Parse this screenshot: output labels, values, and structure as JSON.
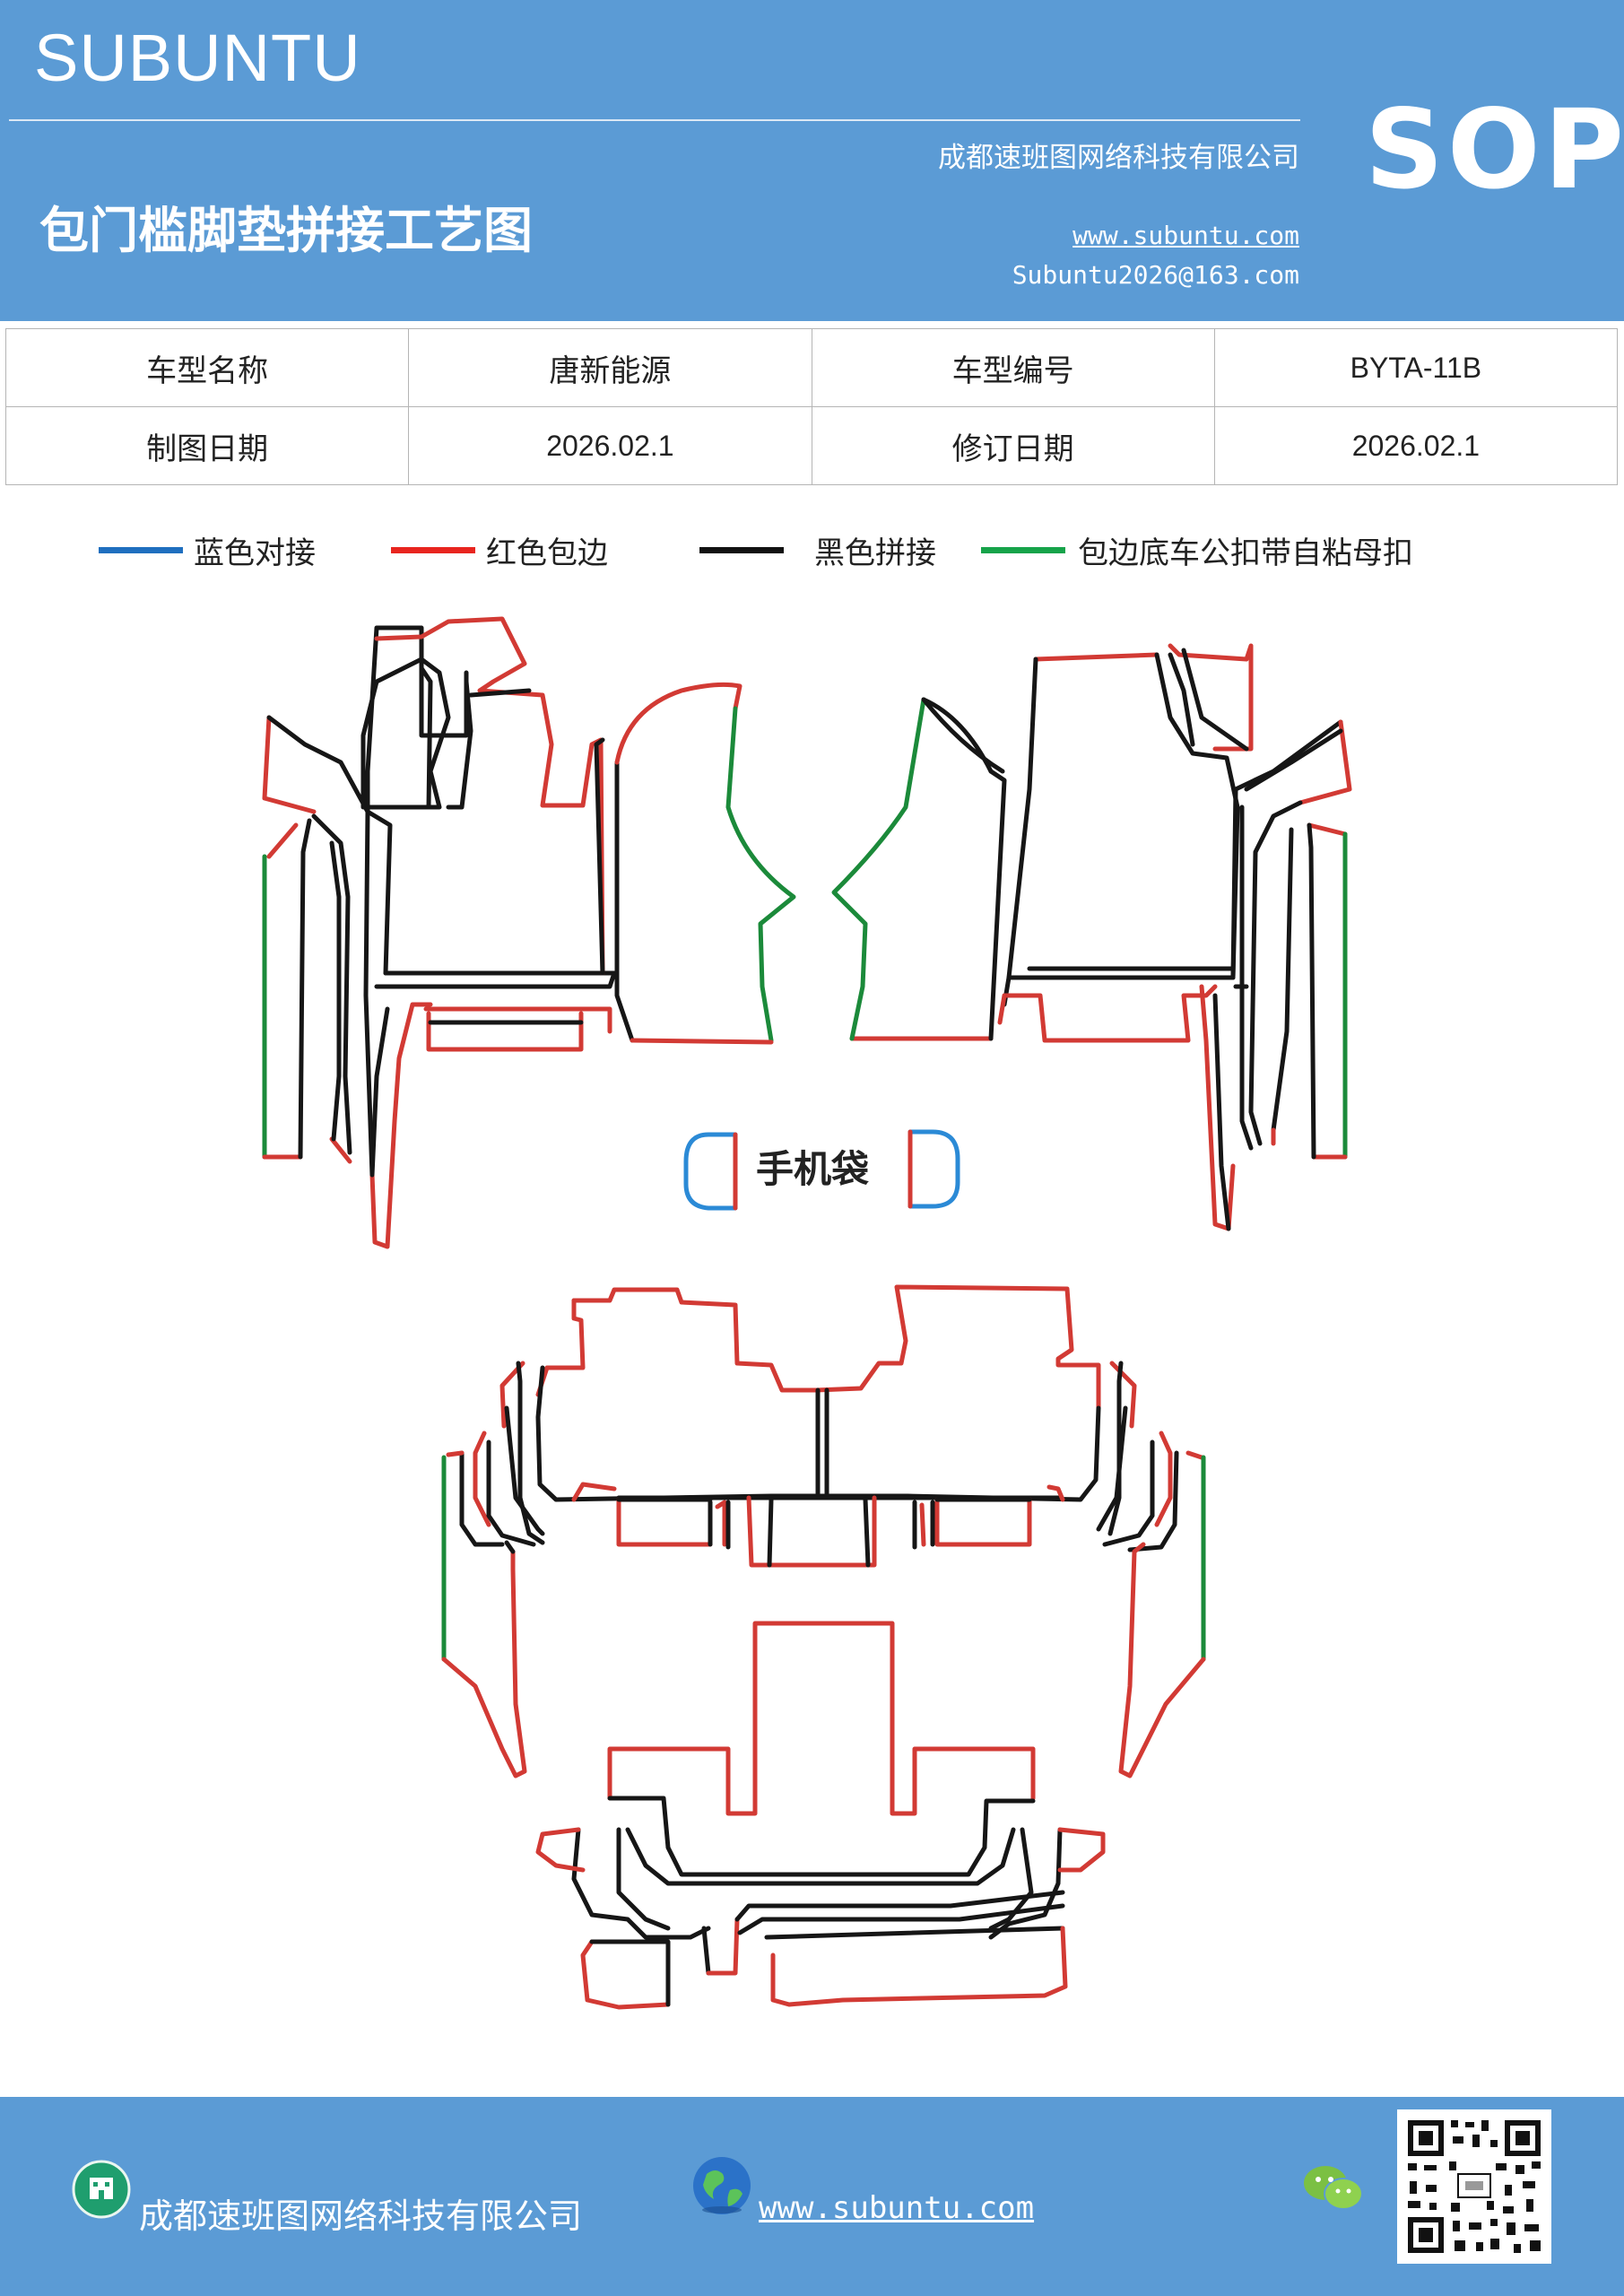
{
  "header": {
    "brand": "SUBUNTU",
    "company": "成都速班图网络科技有限公司",
    "title": "包门槛脚垫拼接工艺图",
    "website": "www.subuntu.com",
    "email": "Subuntu2026@163.com",
    "badge": "SOP"
  },
  "info_table": {
    "rows": [
      {
        "label1": "车型名称",
        "value1": "唐新能源",
        "label2": "车型编号",
        "value2": "BYTA-11B"
      },
      {
        "label1": "制图日期",
        "value1": "2026.02.1",
        "label2": "修订日期",
        "value2": "2026.02.1"
      }
    ]
  },
  "legend": [
    {
      "label": "蓝色对接",
      "color": "#1f6fbf"
    },
    {
      "label": "红色包边",
      "color": "#e8251f"
    },
    {
      "label": "黑色拼接",
      "color": "#111111"
    },
    {
      "label": "包边底车公扣带自粘母扣",
      "color": "#16a34a"
    }
  ],
  "diagram": {
    "phone_bag_label": "手机袋",
    "colors": {
      "red": "#d23a34",
      "black": "#161616",
      "green": "#1b8a3a",
      "blue": "#2b8ad6"
    }
  },
  "footer": {
    "company": "成都速班图网络科技有限公司",
    "website": "www.subuntu.com",
    "icons": [
      "building-icon",
      "globe-icon",
      "wechat-icon",
      "qr-code"
    ]
  }
}
